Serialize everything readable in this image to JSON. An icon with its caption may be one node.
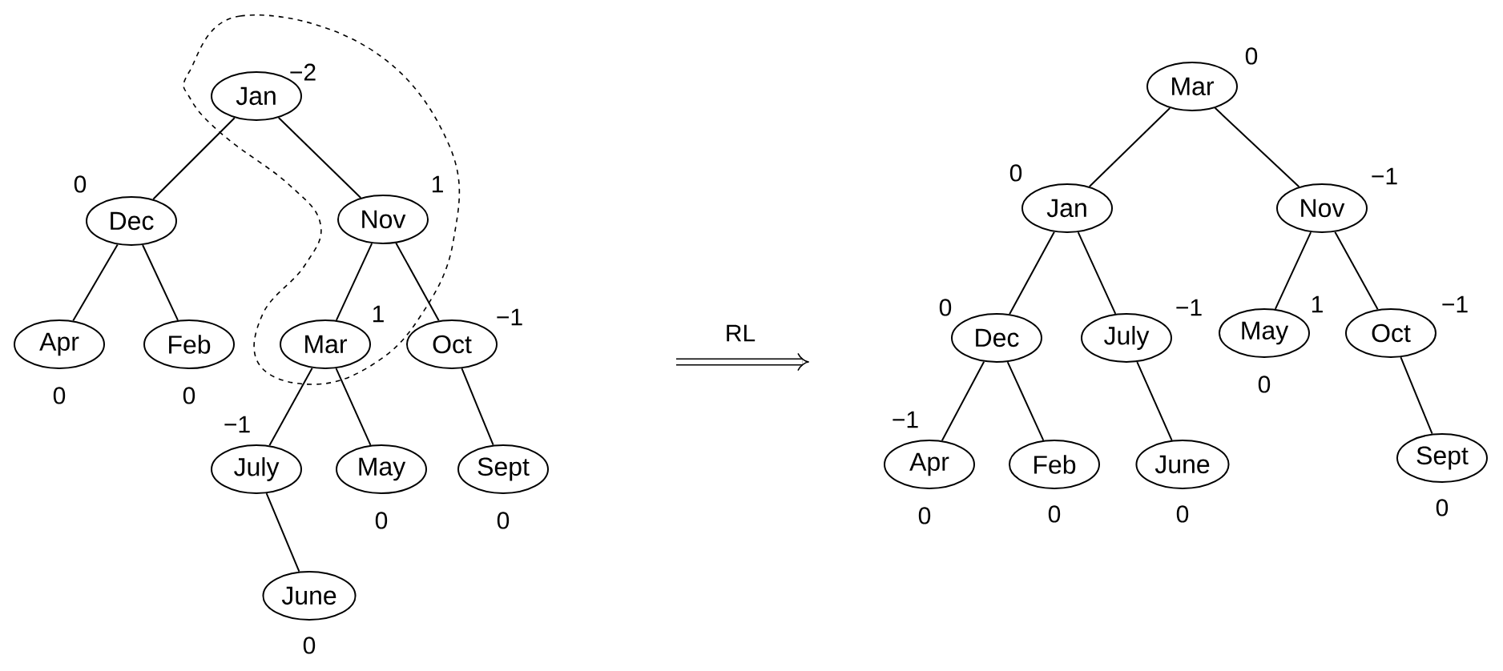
{
  "diagram": {
    "nodes": [
      {
        "text": [
          "Jan"
        ],
        "beside": [
          "−2"
        ]
      },
      {
        "text": [
          "Dec"
        ],
        "beside": [
          "0"
        ]
      },
      {
        "text": [
          "Nov"
        ],
        "beside": [
          "1"
        ]
      },
      {
        "text": [
          "Apr"
        ],
        "beside": [
          "0"
        ]
      },
      {
        "text": [
          "Feb"
        ],
        "beside": [
          "0"
        ]
      },
      {
        "text": [
          "Mar"
        ],
        "beside": [
          "1"
        ]
      },
      {
        "text": [
          "Oct"
        ],
        "beside": [
          "−1"
        ]
      },
      {
        "text": [
          "July"
        ],
        "beside": [
          "−1"
        ]
      },
      {
        "text": [
          "May"
        ],
        "beside": [
          "0"
        ]
      },
      {
        "text": [
          "Sept"
        ],
        "beside": [
          "0"
        ]
      },
      {
        "text": [
          "June"
        ],
        "beside": [
          "0"
        ]
      },
      {
        "text": [
          "Mar"
        ],
        "beside": [
          "0"
        ]
      },
      {
        "text": [
          "Jan"
        ],
        "beside": [
          "0"
        ]
      },
      {
        "text": [
          "Nov"
        ],
        "beside": [
          "−1"
        ]
      },
      {
        "text": [
          "Dec"
        ],
        "beside": [
          "0"
        ]
      },
      {
        "text": [
          "July"
        ],
        "beside": [
          "−1"
        ]
      },
      {
        "text": [
          "May"
        ],
        "beside": [
          "1",
          "0"
        ]
      },
      {
        "text": [
          "Oct"
        ],
        "beside": [
          "−1"
        ]
      },
      {
        "text": [
          "Apr"
        ],
        "beside": [
          "−1",
          "0"
        ]
      },
      {
        "text": [
          "Feb"
        ],
        "beside": [
          "0"
        ]
      },
      {
        "text": [
          "June"
        ],
        "beside": [
          "0"
        ]
      },
      {
        "text": [
          "Sept"
        ],
        "beside": [
          "0"
        ]
      }
    ],
    "edges": [
      {
        "from": 0,
        "to": 1,
        "arrow": "none"
      },
      {
        "from": 0,
        "to": 2,
        "arrow": "none"
      },
      {
        "from": 1,
        "to": 3,
        "arrow": "none"
      },
      {
        "from": 1,
        "to": 4,
        "arrow": "none"
      },
      {
        "from": 2,
        "to": 5,
        "arrow": "none"
      },
      {
        "from": 2,
        "to": 6,
        "arrow": "none"
      },
      {
        "from": 5,
        "to": 7,
        "arrow": "none"
      },
      {
        "from": 5,
        "to": 8,
        "arrow": "none"
      },
      {
        "from": 6,
        "to": 9,
        "arrow": "none"
      },
      {
        "from": 7,
        "to": 10,
        "arrow": "none"
      },
      {
        "from": 11,
        "to": 12,
        "arrow": "none"
      },
      {
        "from": 11,
        "to": 13,
        "arrow": "none"
      },
      {
        "from": 12,
        "to": 14,
        "arrow": "none"
      },
      {
        "from": 12,
        "to": 15,
        "arrow": "none"
      },
      {
        "from": 13,
        "to": 16,
        "arrow": "none"
      },
      {
        "from": 13,
        "to": 17,
        "arrow": "none"
      },
      {
        "from": 14,
        "to": 18,
        "arrow": "none"
      },
      {
        "from": 14,
        "to": 19,
        "arrow": "none"
      },
      {
        "from": 15,
        "to": 20,
        "arrow": "none"
      },
      {
        "from": 17,
        "to": 21,
        "arrow": "none"
      }
    ],
    "labels": [
      "RL"
    ]
  }
}
